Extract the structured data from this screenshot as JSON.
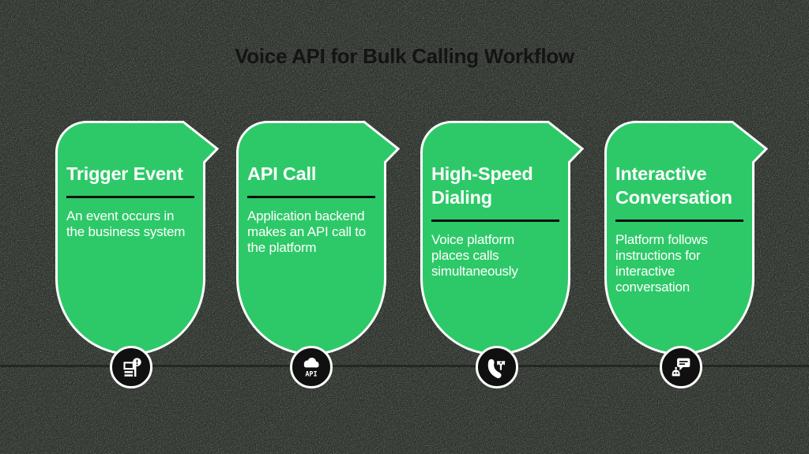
{
  "page": {
    "title": "Voice API for Bulk Calling Workflow",
    "background_color": "#5d685c",
    "accent_green": "#2dc968",
    "card_border_color": "#ffffff",
    "card_text_color": "#ffffff",
    "icon_circle_color": "#101010",
    "title_color": "#141414",
    "timeline_color": "#262626"
  },
  "cards": [
    {
      "title": "Trigger Event",
      "description": "An event occurs in\nthe business system",
      "icon": "event-alert-icon"
    },
    {
      "title": "API Call",
      "description": "Application backend\nmakes an API call to\nthe platform",
      "icon": "cloud-api-icon",
      "icon_label": "API"
    },
    {
      "title": "High-Speed\nDialing",
      "description": "Voice platform\nplaces calls\nsimultaneously",
      "icon": "phone-split-icon"
    },
    {
      "title": "Interactive\nConversation",
      "description": "Platform follows\ninstructions for\ninteractive\nconversation",
      "icon": "chat-bot-icon"
    }
  ]
}
